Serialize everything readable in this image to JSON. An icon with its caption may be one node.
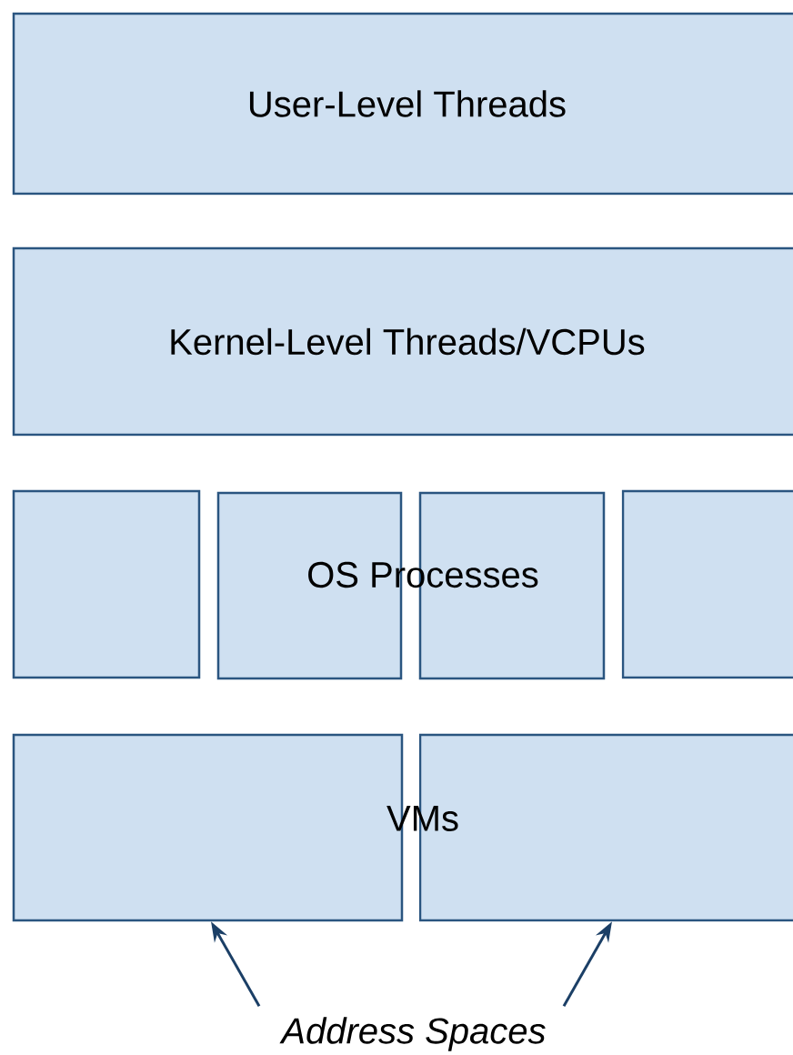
{
  "diagram": {
    "nodes": [
      {
        "text": [
          "User-Level Threads"
        ]
      },
      {
        "text": [
          "Kernel-Level Threads/VCPUs"
        ]
      },
      {
        "text": [],
        "shape": "box"
      },
      {
        "text": [],
        "shape": "box"
      },
      {
        "text": [],
        "shape": "box"
      },
      {
        "text": [],
        "shape": "box"
      },
      {
        "text": [],
        "shape": "box"
      },
      {
        "text": [],
        "shape": "box"
      },
      {
        "text": [
          "Address Spaces"
        ]
      }
    ],
    "edges": [
      {
        "from": 8,
        "to": 6,
        "arrow": "to"
      },
      {
        "from": 8,
        "to": 7,
        "arrow": "to"
      }
    ],
    "labels": [
      "OS Processes",
      "VMs"
    ]
  }
}
